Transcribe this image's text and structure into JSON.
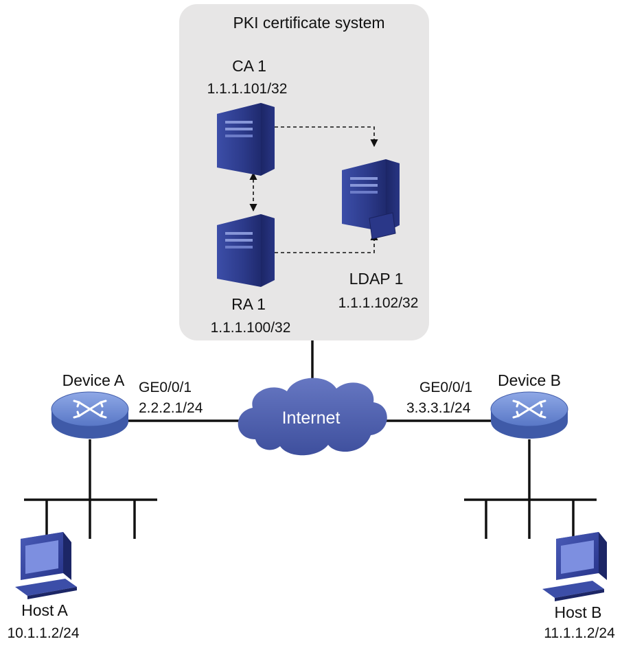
{
  "pki_system": {
    "title": "PKI certificate system",
    "ca": {
      "name": "CA 1",
      "ip": "1.1.1.101/32"
    },
    "ra": {
      "name": "RA 1",
      "ip": "1.1.1.100/32"
    },
    "ldap": {
      "name": "LDAP 1",
      "ip": "1.1.1.102/32"
    }
  },
  "internet": {
    "label": "Internet"
  },
  "device_a": {
    "name": "Device A",
    "interface": "GE0/0/1",
    "ip": "2.2.2.1/24"
  },
  "device_b": {
    "name": "Device B",
    "interface": "GE0/0/1",
    "ip": "3.3.3.1/24"
  },
  "host_a": {
    "name": "Host A",
    "ip": "10.1.1.2/24"
  },
  "host_b": {
    "name": "Host B",
    "ip": "11.1.1.2/24"
  },
  "colors": {
    "panel_bg": "#e7e6e6",
    "server_blue": "#2e3d8f",
    "cloud_blue": "#4a5aa8",
    "router_blue": "#5b79c7"
  }
}
